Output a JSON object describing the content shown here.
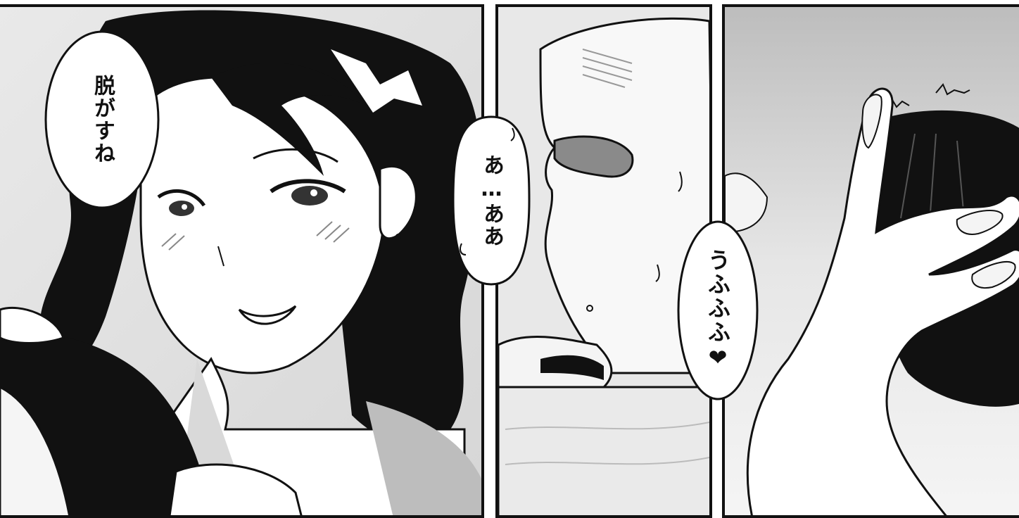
{
  "panels": [
    {
      "name": "panel-woman-smiling"
    },
    {
      "name": "panel-man-reaction"
    },
    {
      "name": "panel-hand"
    }
  ],
  "bubbles": {
    "woman_line": "脱がすね",
    "man_line": "あ…ああ",
    "woman_laugh": "うふふふ❤"
  }
}
